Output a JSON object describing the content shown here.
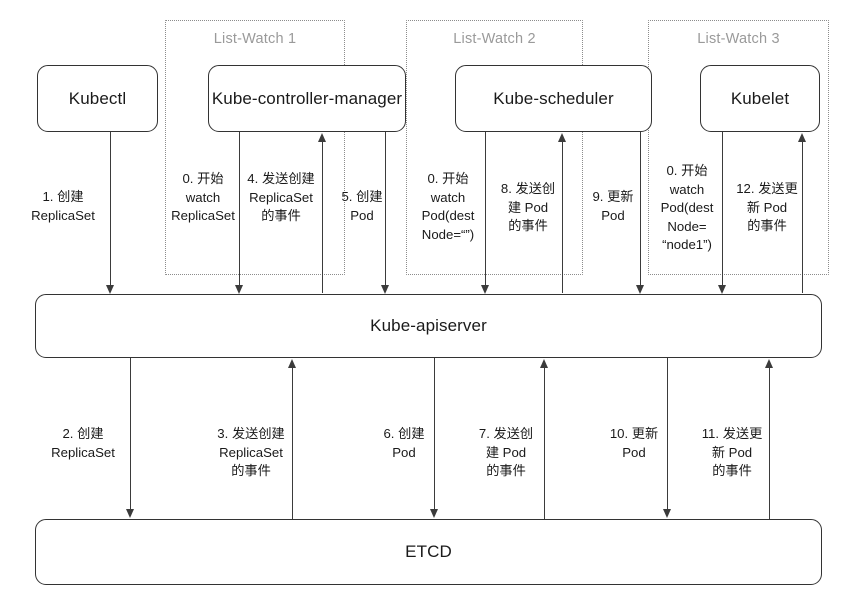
{
  "diagram": {
    "title": "Kubernetes Pod creation List-Watch flow",
    "accent_color": "#1a1a1a",
    "dashed_color": "#8c8c8c",
    "group_label_color": "#9a9a9a"
  },
  "groups": [
    {
      "label": "List-Watch 1"
    },
    {
      "label": "List-Watch 2"
    },
    {
      "label": "List-Watch 3"
    }
  ],
  "nodes": {
    "kubectl": "Kubectl",
    "controller_manager": "Kube-controller-manager",
    "scheduler": "Kube-scheduler",
    "kubelet": "Kubelet",
    "apiserver": "Kube-apiserver",
    "etcd": "ETCD"
  },
  "edges_top": [
    {
      "id": "e1",
      "text": "1. 创建\nReplicaSet",
      "direction": "down"
    },
    {
      "id": "e0a",
      "text": "0. 开始\nwatch\nReplicaSet",
      "direction": "down"
    },
    {
      "id": "e4",
      "text": "4. 发送创建\nReplicaSet\n的事件",
      "direction": "up"
    },
    {
      "id": "e5",
      "text": "5. 创建\nPod",
      "direction": "down"
    },
    {
      "id": "e0b",
      "text": "0. 开始\nwatch\nPod(dest\nNode=“”)",
      "direction": "down"
    },
    {
      "id": "e8",
      "text": "8. 发送创\n建 Pod\n的事件",
      "direction": "up"
    },
    {
      "id": "e9",
      "text": "9. 更新\nPod",
      "direction": "down"
    },
    {
      "id": "e0c",
      "text": "0. 开始\nwatch\nPod(dest\nNode=\n“node1”)",
      "direction": "down"
    },
    {
      "id": "e12",
      "text": "12. 发送更\n新 Pod\n的事件",
      "direction": "up"
    }
  ],
  "edges_bottom": [
    {
      "id": "e2",
      "text": "2. 创建\nReplicaSet",
      "direction": "down"
    },
    {
      "id": "e3",
      "text": "3. 发送创建\nReplicaSet\n的事件",
      "direction": "up"
    },
    {
      "id": "e6",
      "text": "6. 创建\nPod",
      "direction": "down"
    },
    {
      "id": "e7",
      "text": "7. 发送创\n建 Pod\n的事件",
      "direction": "up"
    },
    {
      "id": "e10",
      "text": "10. 更新\nPod",
      "direction": "down"
    },
    {
      "id": "e11",
      "text": "11. 发送更\n新 Pod\n的事件",
      "direction": "up"
    }
  ]
}
